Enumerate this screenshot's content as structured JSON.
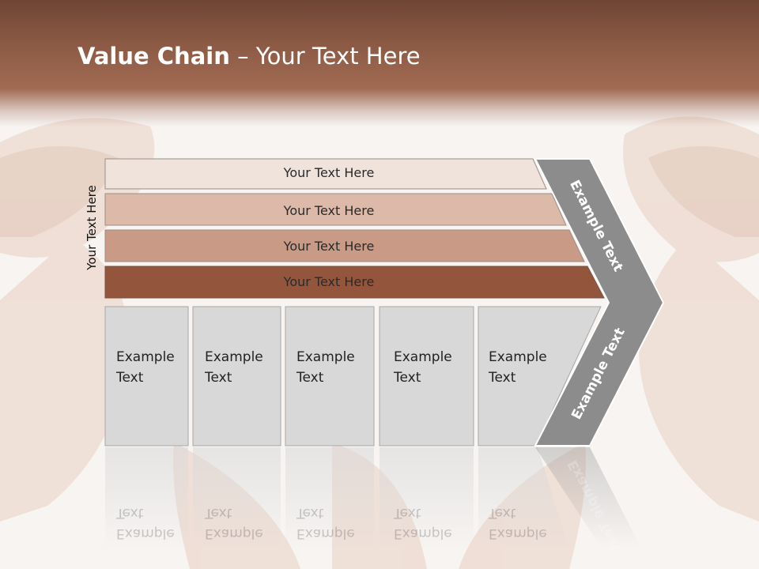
{
  "slide": {
    "title_bold": "Value Chain",
    "title_rest": " – Your Text Here",
    "side_label": "Your Text Here"
  },
  "bars": [
    {
      "label": "Your Text Here",
      "color": "#efe3dc"
    },
    {
      "label": "Your Text Here",
      "color": "#ddb9a9"
    },
    {
      "label": "Your Text Here",
      "color": "#c99a85"
    },
    {
      "label": "Your Text Here",
      "color": "#93563d"
    }
  ],
  "columns": [
    {
      "label": "Example\nText"
    },
    {
      "label": "Example\nText"
    },
    {
      "label": "Example\nText"
    },
    {
      "label": "Example\nText"
    },
    {
      "label": "Example\nText"
    }
  ],
  "arrow": {
    "top_label": "Example Text",
    "bottom_label": "Example Text",
    "color": "#8c8c8c"
  }
}
